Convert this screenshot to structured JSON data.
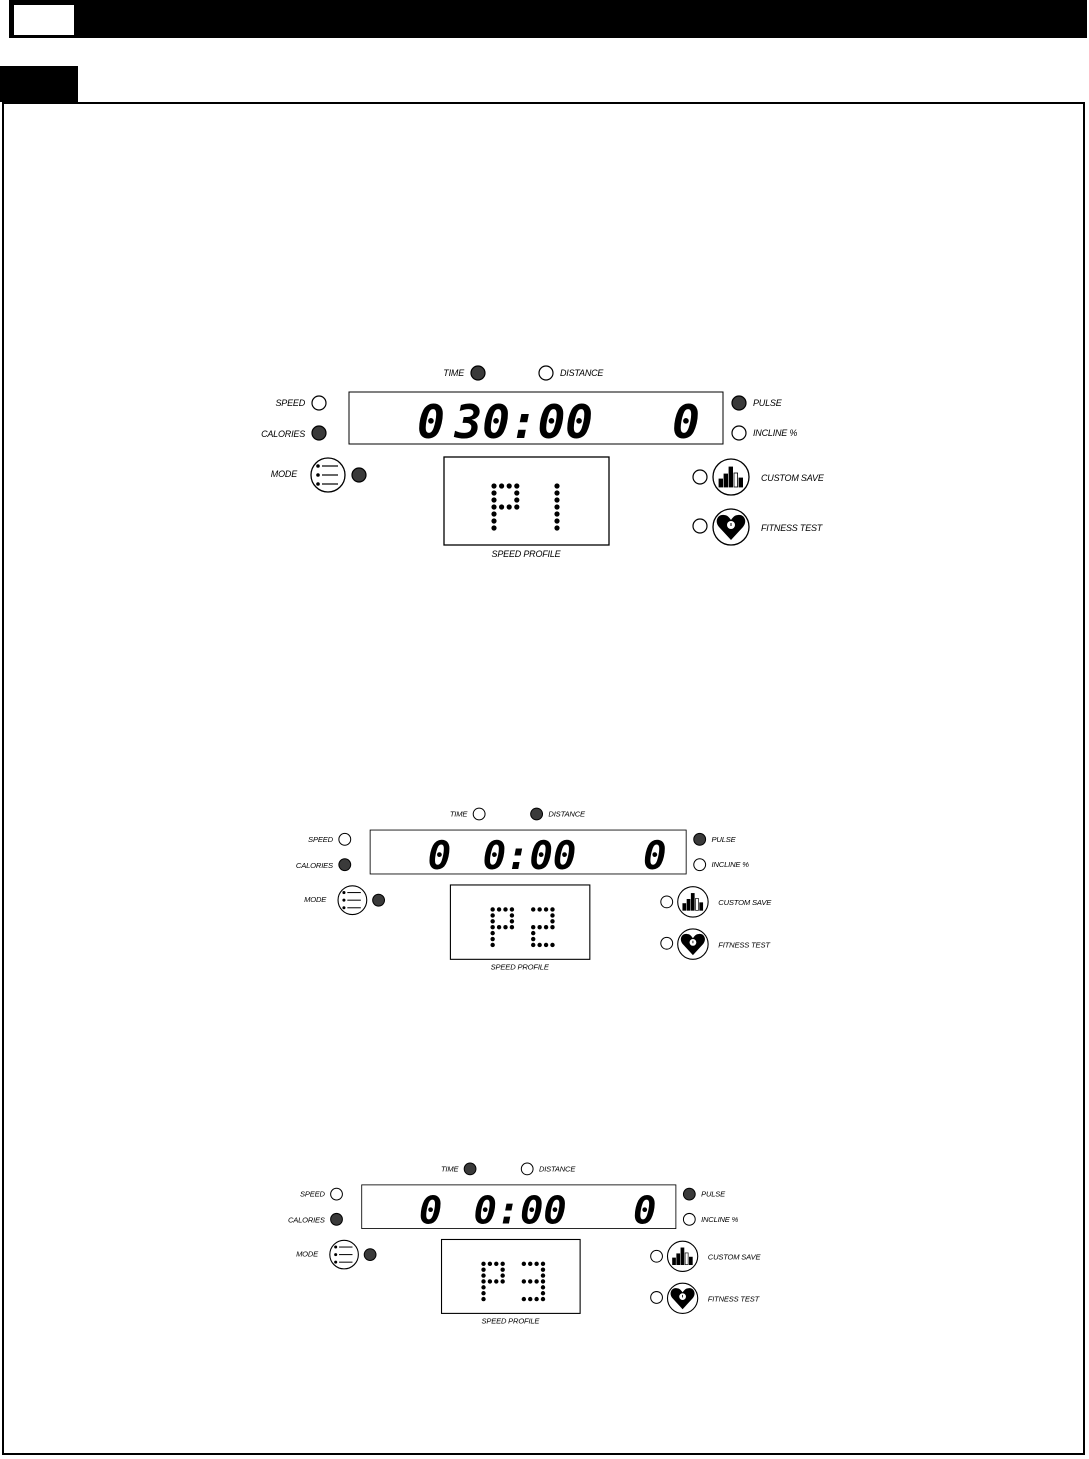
{
  "panels": [
    {
      "id": "panel-1",
      "labels": {
        "time": "TIME",
        "distance": "DISTANCE",
        "speed": "SPEED",
        "calories": "CALORIES",
        "pulse": "PULSE",
        "incline": "INCLINE %",
        "mode": "MODE",
        "custom_save": "CUSTOM SAVE",
        "fitness_test": "FITNESS TEST",
        "speed_profile": "SPEED PROFILE"
      },
      "display": {
        "left": "0",
        "time": "30:00",
        "right": "0"
      },
      "profile": "P1",
      "indicators": {
        "time": true,
        "distance": false,
        "speed": false,
        "calories": true,
        "pulse": true,
        "incline": false,
        "mode": true,
        "custom_save": false,
        "fitness_test": false
      }
    },
    {
      "id": "panel-2",
      "labels": {
        "time": "TIME",
        "distance": "DISTANCE",
        "speed": "SPEED",
        "calories": "CALORIES",
        "pulse": "PULSE",
        "incline": "INCLINE %",
        "mode": "MODE",
        "custom_save": "CUSTOM SAVE",
        "fitness_test": "FITNESS TEST",
        "speed_profile": "SPEED PROFILE"
      },
      "display": {
        "left": "0",
        "time": "0:00",
        "right": "0"
      },
      "profile": "P2",
      "indicators": {
        "time": false,
        "distance": true,
        "speed": false,
        "calories": true,
        "pulse": true,
        "incline": false,
        "mode": true,
        "custom_save": false,
        "fitness_test": false
      }
    },
    {
      "id": "panel-3",
      "labels": {
        "time": "TIME",
        "distance": "DISTANCE",
        "speed": "SPEED",
        "calories": "CALORIES",
        "pulse": "PULSE",
        "incline": "INCLINE %",
        "mode": "MODE",
        "custom_save": "CUSTOM SAVE",
        "fitness_test": "FITNESS TEST",
        "speed_profile": "SPEED PROFILE"
      },
      "display": {
        "left": "0",
        "time": "0:00",
        "right": "0"
      },
      "profile": "P3",
      "indicators": {
        "time": true,
        "distance": false,
        "speed": false,
        "calories": true,
        "pulse": true,
        "incline": false,
        "mode": true,
        "custom_save": false,
        "fitness_test": false
      }
    }
  ],
  "colors": {
    "led_on": "#3a3a3a",
    "led_off": "#ffffff",
    "ink": "#000000"
  }
}
